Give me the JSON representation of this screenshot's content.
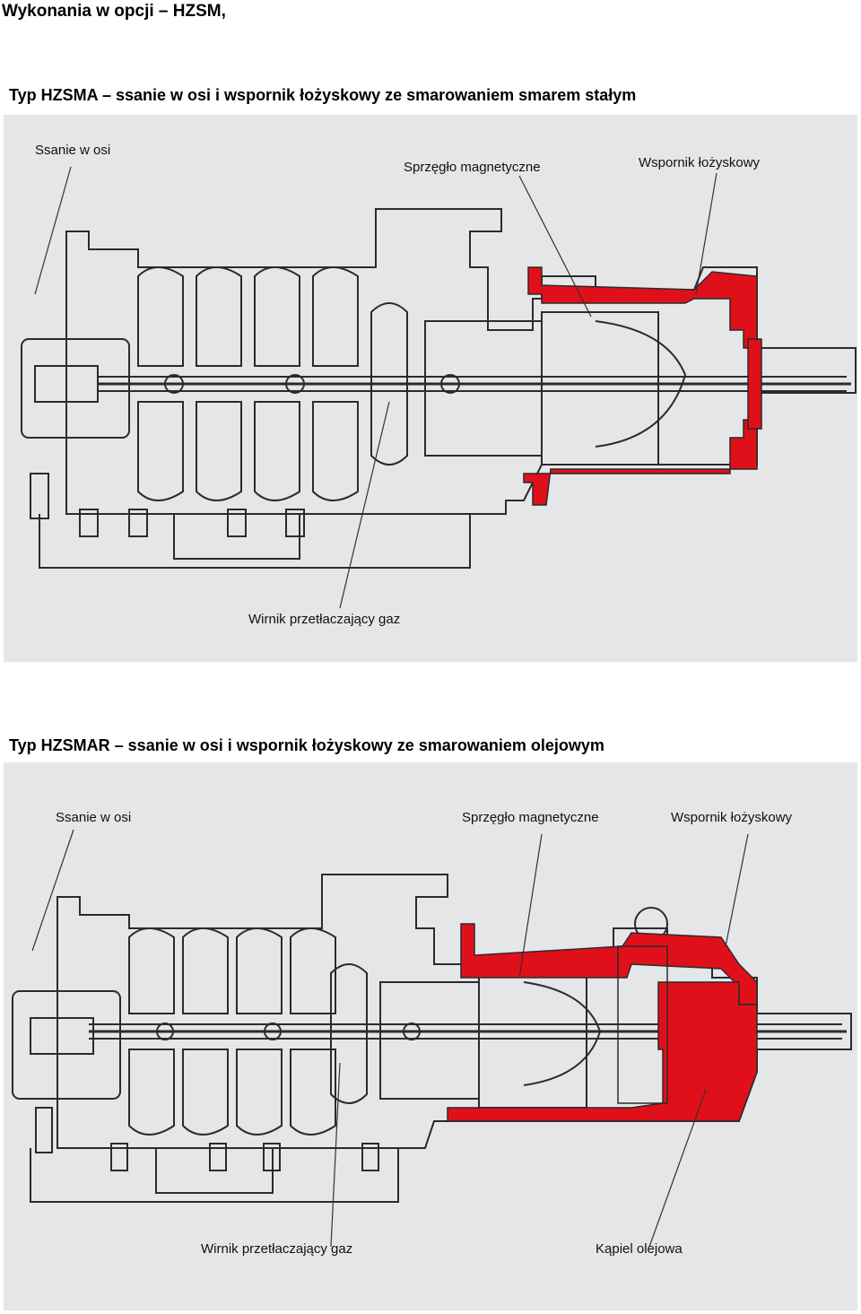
{
  "page": {
    "section_title": "Wykonania w opcji – HZSM,"
  },
  "figure1": {
    "title": "Typ HZSMA – ssanie w osi i wspornik łożyskowy ze smarowaniem smarem stałym",
    "labels": {
      "suction": "Ssanie w osi",
      "coupling": "Sprzęgło magnetyczne",
      "bracket": "Wspornik łożyskowy",
      "impeller": "Wirnik przetłaczający gaz"
    }
  },
  "figure2": {
    "title": "Typ HZSMAR – ssanie w osi i wspornik łożyskowy ze smarowaniem olejowym",
    "labels": {
      "suction": "Ssanie w osi",
      "coupling": "Sprzęgło magnetyczne",
      "bracket": "Wspornik łożyskowy",
      "impeller": "Wirnik przetłaczający gaz",
      "oil_bath": "Kąpiel olejowa"
    }
  },
  "colors": {
    "panel_bg": "#e5e6e8",
    "line": "#2b2b2b",
    "highlight_red": "#e0101a"
  }
}
